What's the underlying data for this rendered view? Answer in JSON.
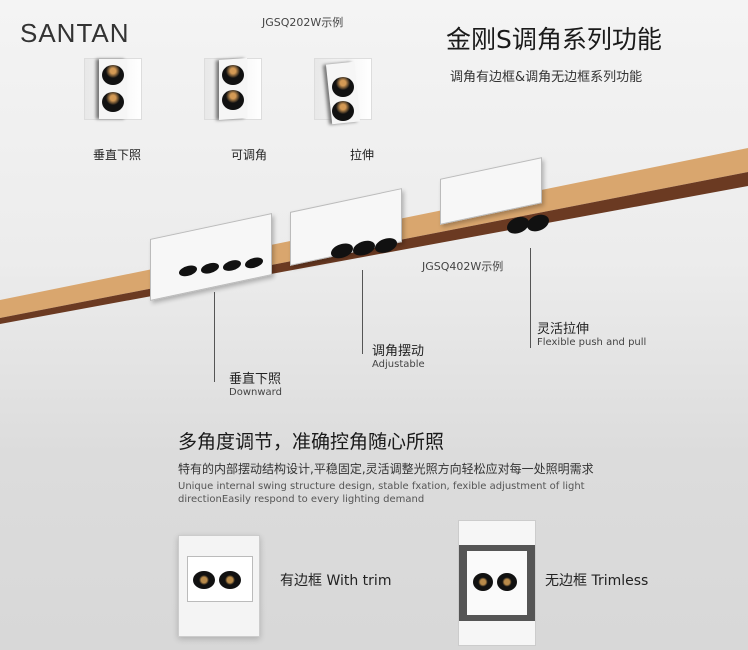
{
  "brand": "SANTAN",
  "header": {
    "model_example": "JGSQ202W示例",
    "title": "金刚S调角系列功能",
    "subtitle": "调角有边框&调角无边框系列功能"
  },
  "modes": [
    {
      "label": "垂直下照"
    },
    {
      "label": "可调角"
    },
    {
      "label": "拉伸"
    }
  ],
  "scene": {
    "model_example": "JGSQ402W示例",
    "callouts": [
      {
        "cn": "垂直下照",
        "en": "Downward"
      },
      {
        "cn": "调角摆动",
        "en": "Adjustable"
      },
      {
        "cn": "灵活拉伸",
        "en": "Flexible push and pull"
      }
    ]
  },
  "feature": {
    "heading": "多角度调节，准确控角随心所照",
    "desc_cn": "特有的内部摆动结构设计,平稳固定,灵活调整光照方向轻松应对每一处照明需求",
    "desc_en": "Unique internal swing structure design, stable fxation, fexible adjustment of light directionEasily respond to every lighting demand"
  },
  "products": [
    {
      "label": "有边框 With trim"
    },
    {
      "label": "无边框 Trimless"
    }
  ],
  "colors": {
    "wood": "#d9a66e",
    "wood_edge": "#6b3a22",
    "background": "#ececec"
  }
}
